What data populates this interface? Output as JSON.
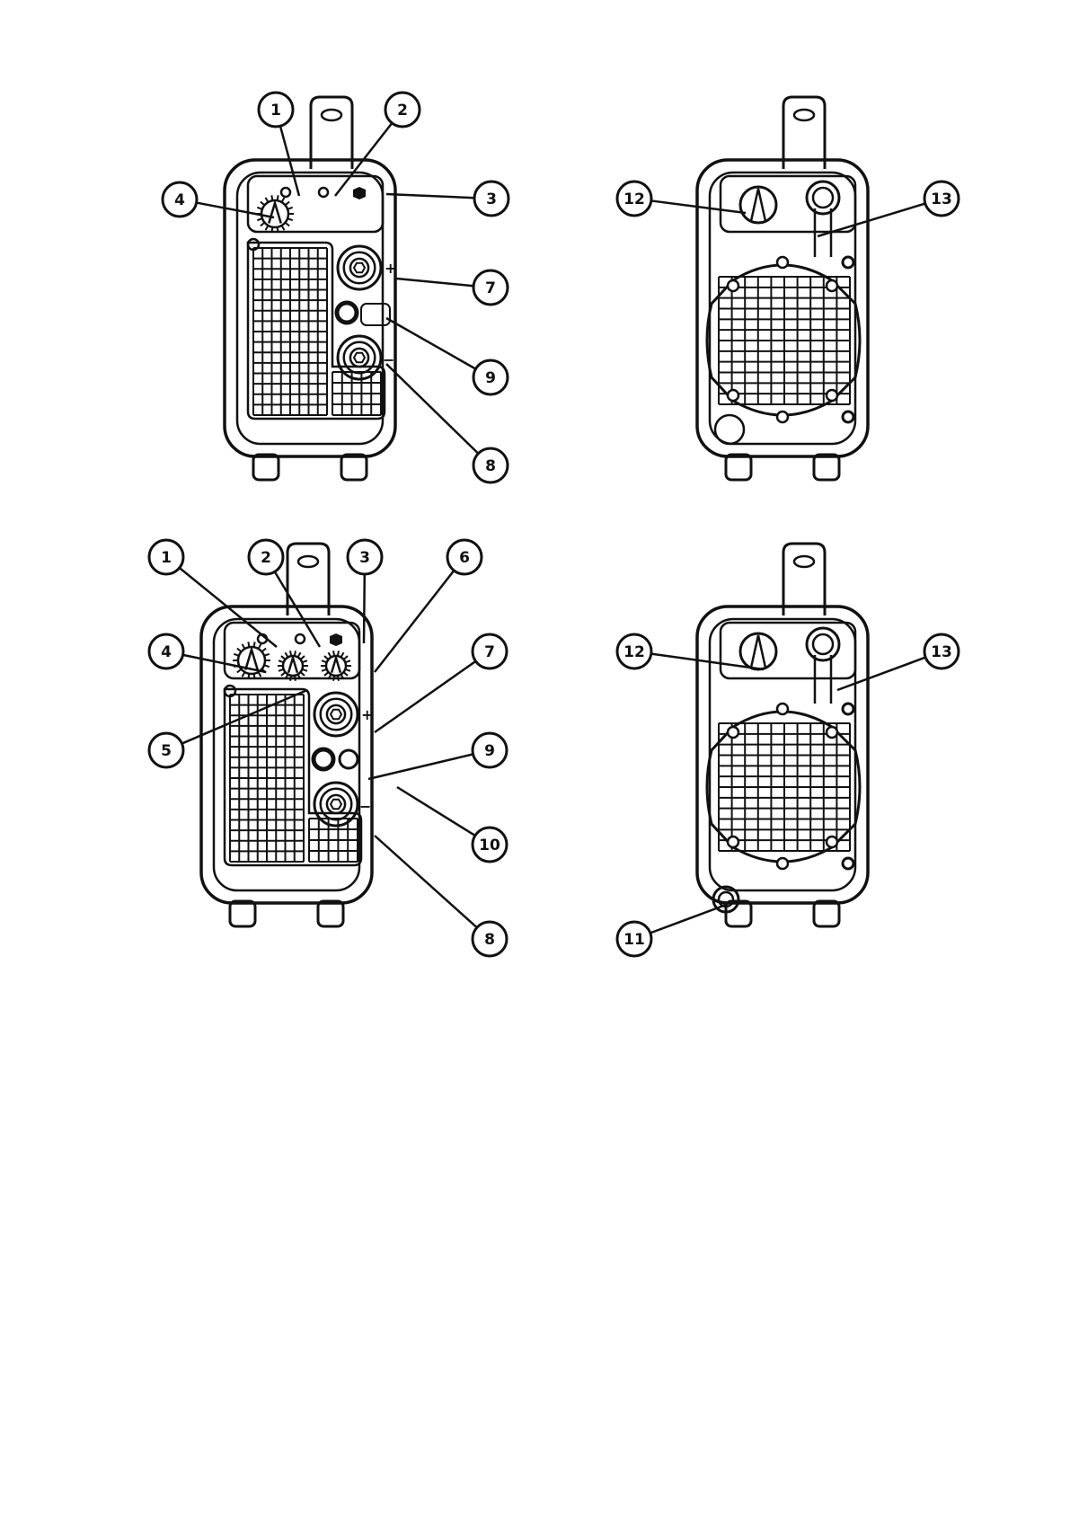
{
  "figures": [
    {
      "id": "front-single",
      "view": "front",
      "variant": "single",
      "callouts": [
        "1",
        "2",
        "3",
        "4",
        "7",
        "9",
        "8"
      ]
    },
    {
      "id": "rear-single",
      "view": "rear",
      "variant": "single",
      "callouts": [
        "12",
        "13"
      ]
    },
    {
      "id": "front-multi",
      "view": "front",
      "variant": "multi",
      "callouts": [
        "1",
        "2",
        "3",
        "6",
        "4",
        "7",
        "5",
        "9",
        "10",
        "8"
      ]
    },
    {
      "id": "rear-multi",
      "view": "rear",
      "variant": "multi",
      "callouts": [
        "12",
        "13",
        "11"
      ]
    }
  ],
  "symbols": {
    "plus": "+",
    "minus": "−"
  },
  "colors": {
    "line": "#111111",
    "panel": "#ffffff"
  }
}
